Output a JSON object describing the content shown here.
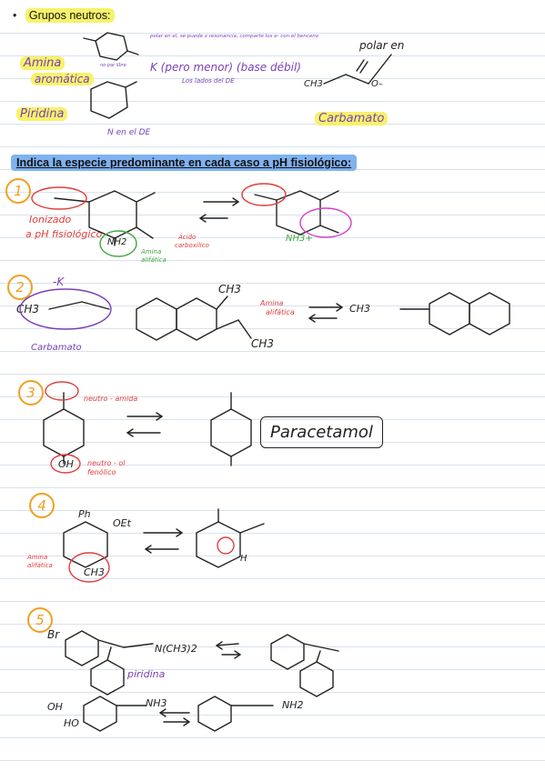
{
  "header": {
    "bullet_title": "Grupos neutros:",
    "amine_label_line1": "Amina",
    "amine_label_line2": "aromática",
    "amine_note_top": "polar en el, se puede x resonancia, comparte los e- con el benceno",
    "amine_note_mid": "K (pero menor) (base débil)",
    "amine_note_low": "Los lados del DE",
    "amine_small_note": "no par libre",
    "pyridine_label": "Piridina",
    "pyridine_note": "N en el DE",
    "polar_note": "polar en",
    "carbamate_label": "Carbamato",
    "carbamate_formula_left": "CH3",
    "carbamate_formula_right": "O–"
  },
  "section": {
    "title": "Indica la especie predominante en cada caso a pH fisiológico:"
  },
  "problems": [
    {
      "number": "1",
      "note_red_1": "Ionizado",
      "note_red_2": "a pH fisiológico",
      "note_green_1": "Amina",
      "note_green_2": "alifática",
      "note_red_3": "Ácido",
      "note_red_4": "carboxílico",
      "label_nh2": "NH2",
      "label_nh3": "NH3+"
    },
    {
      "number": "2",
      "note_top": "-K",
      "label_ch3_left": "CH3",
      "label_ch3_top": "CH3",
      "label_ch3_bottom": "CH3",
      "note_red_1": "Amina",
      "note_red_2": "alifática",
      "note_purple": "Carbamato",
      "label_ch3_right": "CH3"
    },
    {
      "number": "3",
      "note_red_1": "neutro - amida",
      "note_red_2": "neutro - ol",
      "note_red_3": "fenólico",
      "label_oh": "OH",
      "box_label": "Paracetamol"
    },
    {
      "number": "4",
      "label_ph": "Ph",
      "label_oet": "OEt",
      "note_red_1": "Amina",
      "note_red_2": "alifática",
      "label_ch3": "CH3",
      "label_h": "H"
    },
    {
      "number": "5",
      "label_br": "Br",
      "label_ncH3": "N(CH3)2",
      "note_red": "piridina",
      "label_nh3": "NH3",
      "label_nh2": "NH2",
      "label_ho": "HO",
      "label_oh": "OH"
    }
  ],
  "colors": {
    "ink": "#222222",
    "purple": "#7a3fb8",
    "red": "#e23b3b",
    "green": "#3fa63f",
    "pink": "#d63cc8",
    "orange": "#f0a020",
    "yellow_highlight": "#f6f26a",
    "blue_highlight": "#7fb2f0"
  }
}
